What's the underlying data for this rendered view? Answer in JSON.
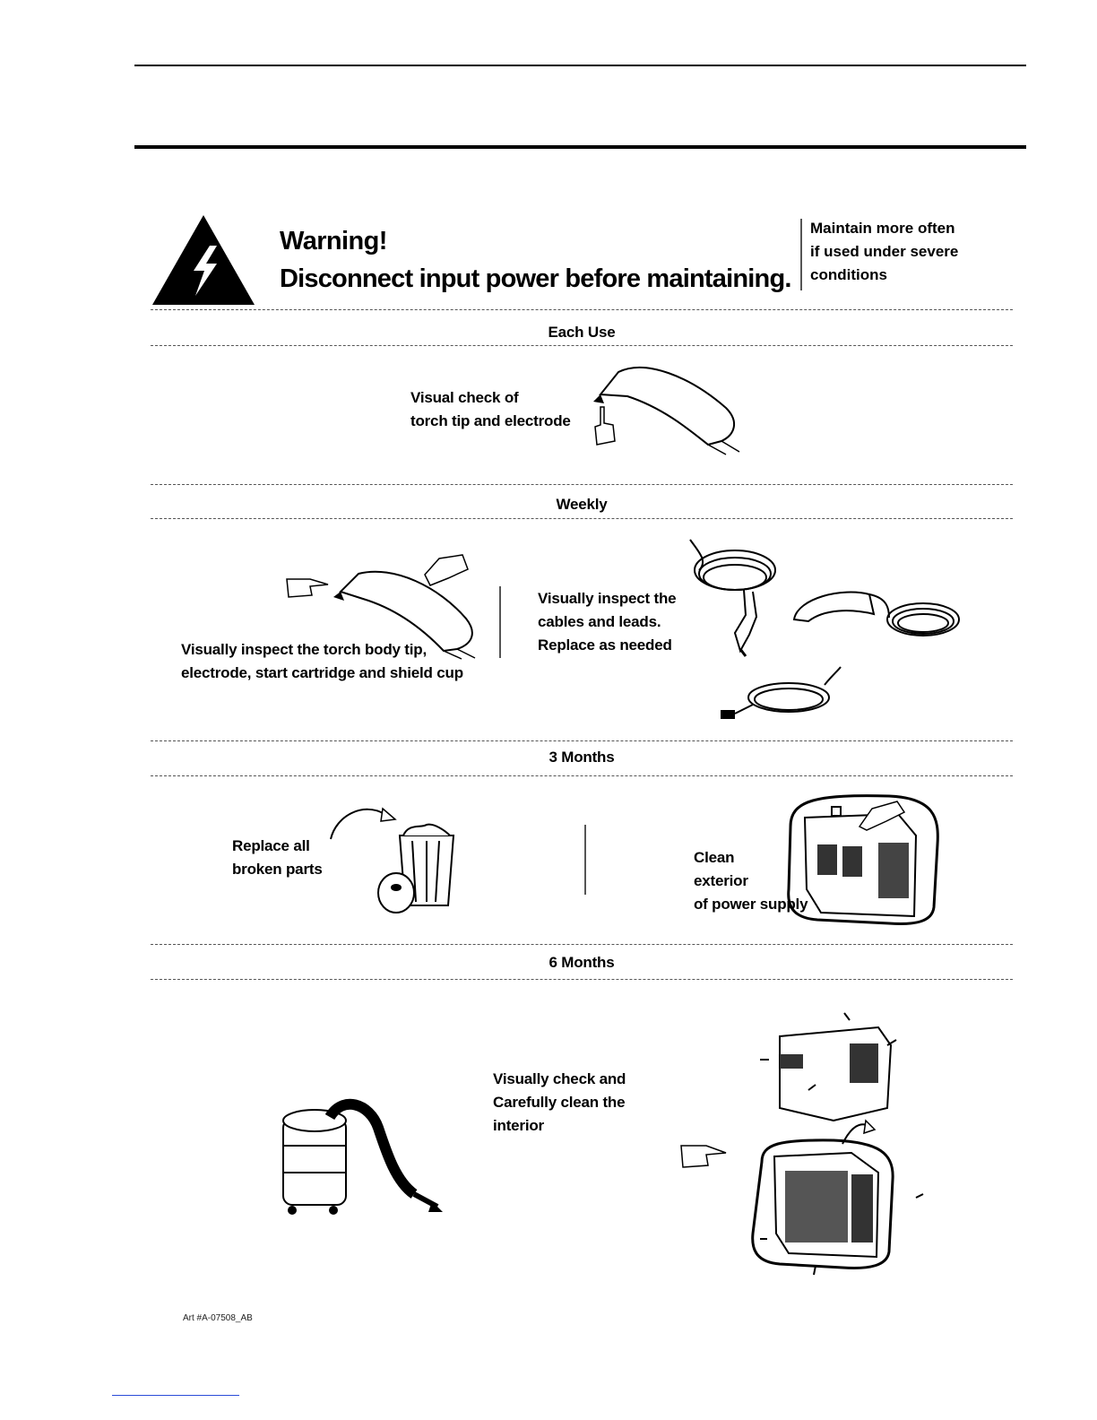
{
  "warning": {
    "title": "Warning!",
    "subtitle": "Disconnect input power before maintaining.",
    "note_lines": [
      "Maintain more often",
      "if used under severe",
      "conditions"
    ]
  },
  "sections": {
    "each_use": {
      "title": "Each Use",
      "text_lines": [
        "Visual check of",
        "torch tip and electrode"
      ]
    },
    "weekly": {
      "title": "Weekly",
      "torch_text_lines": [
        "Visually inspect the torch body tip,",
        "electrode, start cartridge and shield cup"
      ],
      "cables_text_lines": [
        "Visually inspect the",
        "cables and leads.",
        "Replace as needed"
      ]
    },
    "three_months": {
      "title": "3 Months",
      "replace_text_lines": [
        "Replace all",
        "broken parts"
      ],
      "clean_text_lines": [
        "Clean",
        "exterior",
        "of power supply"
      ]
    },
    "six_months": {
      "title": "6 Months",
      "interior_text_lines": [
        "Visually check and",
        "Carefully clean  the",
        "interior"
      ]
    }
  },
  "art_number": "Art #A-07508_AB"
}
